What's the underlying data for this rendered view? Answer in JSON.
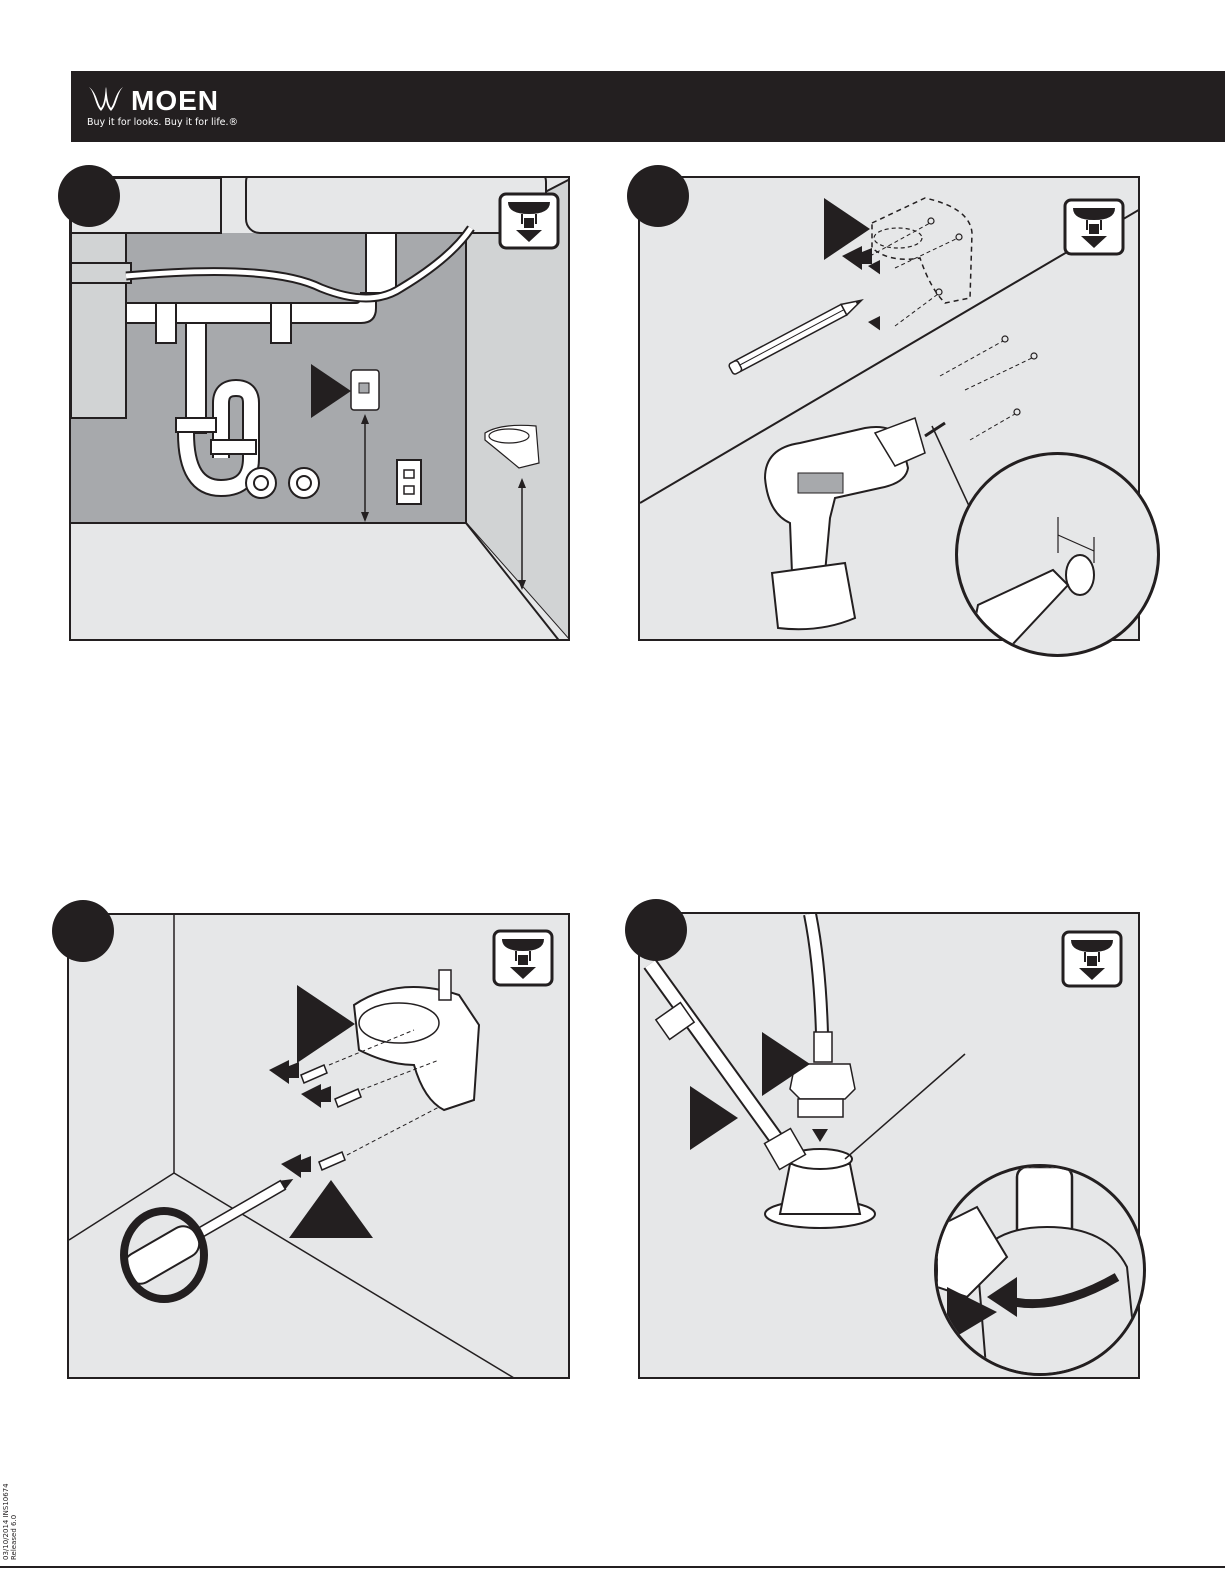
{
  "header": {
    "brand": "MOEN",
    "tagline": "Buy it for looks. Buy it for life.®",
    "background": "#231f20"
  },
  "colors": {
    "ink": "#231f20",
    "panel_fill": "#e6e7e8",
    "wall_dark": "#a7a9ac",
    "wall_light": "#d1d3d4",
    "part_white": "#ffffff"
  },
  "panels": [
    {
      "id": "step-1",
      "scene": "under-sink cabinet with mounting bracket placement"
    },
    {
      "id": "step-2",
      "scene": "marking and drilling mounting holes"
    },
    {
      "id": "step-3",
      "scene": "securing bracket with screws"
    },
    {
      "id": "step-4",
      "scene": "connecting hoses to module"
    }
  ],
  "icons": {
    "install_badge": "under-sink-install-icon",
    "pointer": "pointer-triangle-icon",
    "drill": "drill-icon",
    "pencil": "pencil-icon",
    "screwdriver": "screwdriver-icon"
  },
  "footer": {
    "code_line1": "03/10/2014  INS10674",
    "code_line2": "Released 6.0"
  }
}
